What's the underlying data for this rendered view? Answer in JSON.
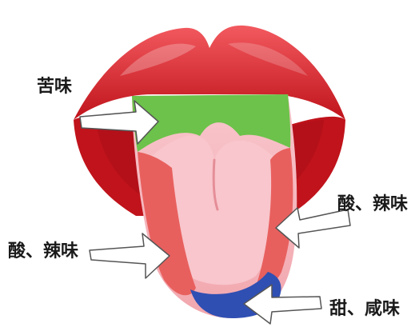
{
  "labels": {
    "bitter": "苦味",
    "sour_spicy_right": "酸、辣味",
    "sour_spicy_left": "酸、辣味",
    "sweet_salty": "甜、咸味"
  },
  "colors": {
    "lip_dark": "#c0131b",
    "lip_mid": "#e0323b",
    "lip_light": "#f25a5f",
    "mouth_inner": "#b3101a",
    "tongue_base": "#f2a7ae",
    "tongue_light": "#f8c6cc",
    "bitter_zone": "#6cc24a",
    "sour_spicy_zone": "#e8605e",
    "sweet_salty_zone": "#2f4fb3",
    "arrow_fill": "#ffffff",
    "arrow_stroke": "#555555"
  }
}
